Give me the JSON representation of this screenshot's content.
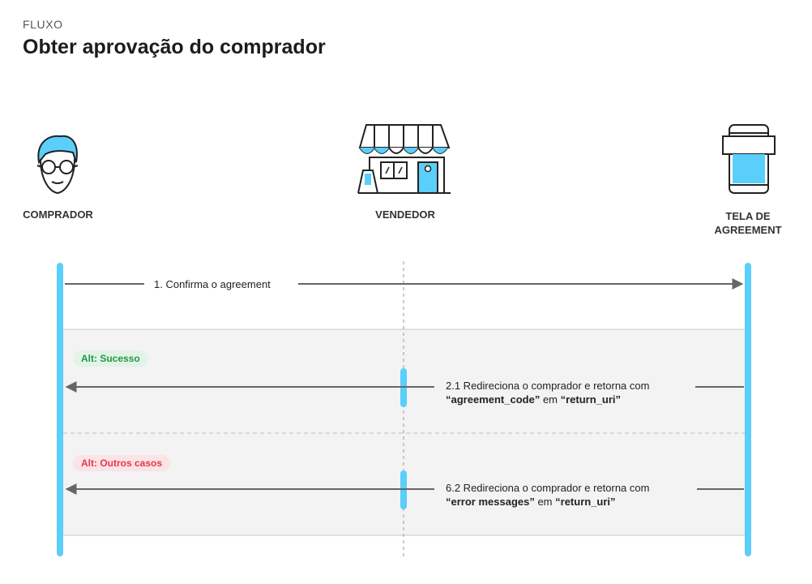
{
  "header": {
    "eyebrow": "FLUXO",
    "title": "Obter aprovação do comprador"
  },
  "actors": {
    "buyer": {
      "label": "COMPRADOR",
      "icon": "buyer-avatar-icon"
    },
    "seller": {
      "label": "VENDEDOR",
      "icon": "storefront-icon"
    },
    "screen": {
      "label_line1": "TELA DE",
      "label_line2": "AGREEMENT",
      "icon": "mobile-screen-icon"
    }
  },
  "messages": {
    "m1": {
      "text": "1. Confirma o agreement"
    },
    "m21": {
      "line1": "2.1 Redireciona o comprador e retorna com",
      "bold1": "“agreement_code”",
      "mid": " em ",
      "bold2": "“return_uri”"
    },
    "m62": {
      "line1": "6.2 Redireciona o comprador e retorna com",
      "bold1": "“error messages”",
      "mid": " em ",
      "bold2": "“return_uri”"
    }
  },
  "alts": {
    "success": {
      "label": "Alt: Sucesso"
    },
    "other": {
      "label": "Alt: Outros casos"
    }
  },
  "colors": {
    "accent": "#5ACFFB",
    "arrow": "#666666",
    "alt_bg": "#f3f3f3",
    "success": "#1f9a45",
    "error": "#e0394f"
  }
}
